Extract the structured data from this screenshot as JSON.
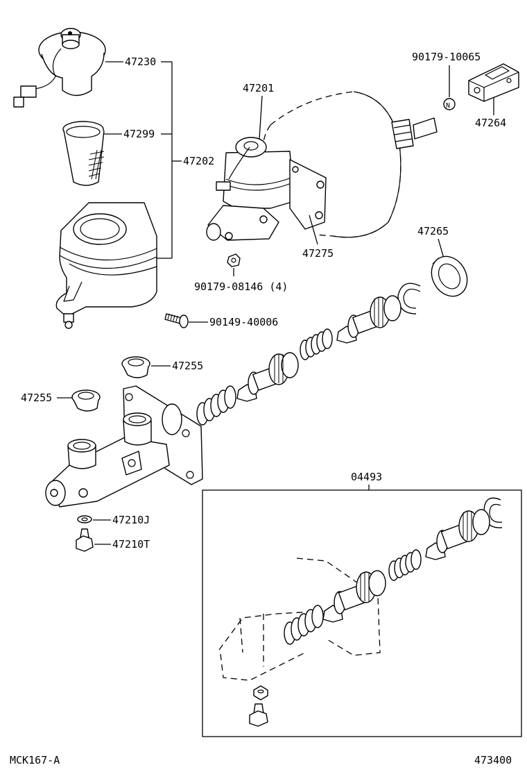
{
  "labels": {
    "p47230": "47230",
    "p47299": "47299",
    "p47202": "47202",
    "p47201": "47201",
    "p90179_10065": "90179-10065",
    "p47264": "47264",
    "p47275": "47275",
    "p90179_08146": "90179-08146 (4)",
    "p47265": "47265",
    "p90149_40006": "90149-40006",
    "p47255_a": "47255",
    "p47255_b": "47255",
    "p04493": "04493",
    "p47210J": "47210J",
    "p47210T": "47210T"
  },
  "footer": {
    "left_code": "MCK167-A",
    "right_code": "473400"
  },
  "colors": {
    "ink": "#000000",
    "paper": "#ffffff"
  }
}
